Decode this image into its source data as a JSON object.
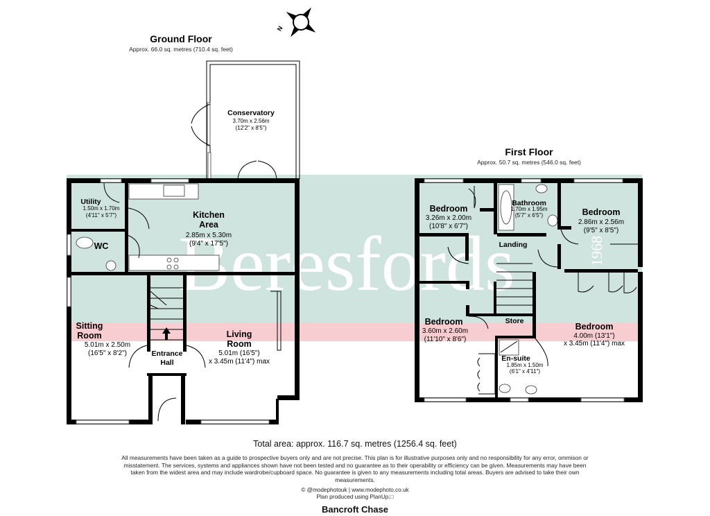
{
  "watermark": {
    "brand": "Beresfords",
    "est": "1968",
    "band_color": "#cfe4de",
    "stripe_color": "#f7cdd1"
  },
  "ground_floor": {
    "title": "Ground Floor",
    "area": "Approx. 66.0 sq. metres (710.4 sq. feet)",
    "rooms": {
      "conservatory": {
        "name": "Conservatory",
        "dim1": "3.70m x 2.56m",
        "dim2": "(12'2\" x 8'5\")"
      },
      "utility": {
        "name": "Utility",
        "dim1": "1.50m x 1.70m",
        "dim2": "(4'11\" x 5'7\")"
      },
      "kitchen": {
        "name1": "Kitchen",
        "name2": "Area",
        "dim1": "2.85m x 5.30m",
        "dim2": "(9'4\" x 17'5\")"
      },
      "wc": {
        "name": "WC"
      },
      "sitting": {
        "name1": "Sitting",
        "name2": "Room",
        "dim1": "5.01m x 2.50m",
        "dim2": "(16'5\" x 8'2\")"
      },
      "living": {
        "name1": "Living",
        "name2": "Room",
        "dim1": "5.01m (16'5\")",
        "dim2": "x 3.45m (11'4\") max"
      },
      "hall": {
        "name1": "Entrance",
        "name2": "Hall"
      }
    }
  },
  "first_floor": {
    "title": "First Floor",
    "area": "Approx. 50.7 sq. metres (546.0 sq. feet)",
    "rooms": {
      "bedroom1": {
        "name": "Bedroom",
        "dim1": "3.26m x 2.00m",
        "dim2": "(10'8\" x 6'7\")"
      },
      "bathroom": {
        "name": "Bathroom",
        "dim1": "1.70m x 1.95m",
        "dim2": "(5'7\" x 6'5\")"
      },
      "bedroom2": {
        "name": "Bedroom",
        "dim1": "2.86m x 2.56m",
        "dim2": "(9'5\" x 8'5\")"
      },
      "landing": {
        "name": "Landing"
      },
      "bedroom3": {
        "name": "Bedroom",
        "dim1": "3.60m x 2.60m",
        "dim2": "(11'10\" x 8'6\")"
      },
      "store": {
        "name": "Store"
      },
      "bedroom4": {
        "name": "Bedroom",
        "dim1": "4.00m (13'1\")",
        "dim2": "x 3.45m (11'4\") max"
      },
      "ensuite": {
        "name": "En-suite",
        "dim1": "1.85m x 1.50m",
        "dim2": "(6'1\" x 4'11\")"
      }
    }
  },
  "compass": {
    "label": "N"
  },
  "total_area": "Total area: approx. 116.7 sq. metres (1256.4 sq. feet)",
  "disclaimer": "All measurements have been taken as a guide to prospective buyers only and are not precise. This plan is for illustrative purposes only and no responsibility for any error, ommison or misstatement. The services, systems and appliances shown have not been tested and no guarantee as to their operability or efficiency can be given. Measurements may have been taken from the widest area and may include wardrobe/cupboard space. No guarantee is given to any measurements including total areas. Buyers are advised to take their own measurements.",
  "credits": {
    "line1": "© @modephotouk | www.modephoto.co.uk",
    "line2": "Plan produced using PlanUp.□"
  },
  "footer_title": "Bancroft Chase"
}
